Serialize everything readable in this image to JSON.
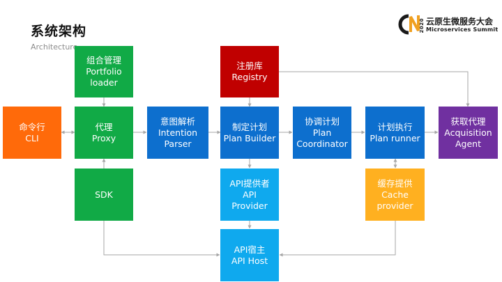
{
  "header": {
    "title": "系统架构",
    "subtitle": "Architecture"
  },
  "logo": {
    "mark": "CN",
    "year": "2020",
    "name_cn": "云原生微服务大会",
    "name_en": "Microservices Summit"
  },
  "colors": {
    "green": "#11aa46",
    "orange": "#ff6a0a",
    "blue": "#0d6fce",
    "red": "#c00000",
    "purple": "#7030a0",
    "cyan": "#0fa9ee",
    "yellow": "#ffb020",
    "connector": "#a6a6a6"
  },
  "nodes": {
    "cli": {
      "zh": "命令行",
      "en": "CLI"
    },
    "portfolio_loader": {
      "zh": "组合管理",
      "en1": "Portfolio",
      "en2": "loader"
    },
    "proxy": {
      "zh": "代理",
      "en": "Proxy"
    },
    "sdk": {
      "en": "SDK"
    },
    "intention_parser": {
      "zh": "意图解析",
      "en1": "Intention",
      "en2": "Parser"
    },
    "registry": {
      "zh": "注册库",
      "en": "Registry"
    },
    "plan_builder": {
      "zh": "制定计划",
      "en": "Plan Builder"
    },
    "api_provider": {
      "zh": "API提供者",
      "en1": "API",
      "en2": "Provider"
    },
    "api_host": {
      "zh": "API宿主",
      "en": "API Host"
    },
    "plan_coordinator": {
      "zh": "协调计划",
      "en1": "Plan",
      "en2": "Coordinator"
    },
    "plan_runner": {
      "zh": "计划执行",
      "en": "Plan runner"
    },
    "cache_provider": {
      "zh": "缓存提供",
      "en1": "Cache",
      "en2": "provider"
    },
    "acquisition_agent": {
      "zh": "获取代理",
      "en1": "Acquisition",
      "en2": "Agent"
    }
  }
}
